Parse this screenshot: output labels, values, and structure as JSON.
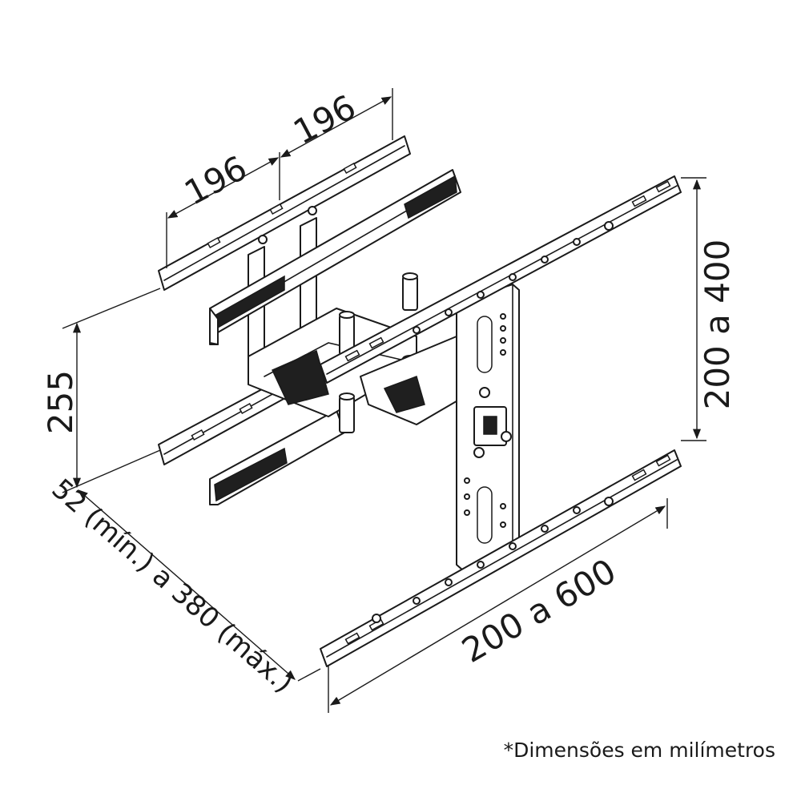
{
  "dimensions": {
    "wall_spacing_left": "196",
    "wall_spacing_right": "196",
    "height": "255",
    "depth": "52 (mín.) a 380 (máx.)",
    "vertical_vesa": "200 a 400",
    "horizontal_vesa": "200 a 600"
  },
  "footnote": "*Dimensões em milímetros"
}
